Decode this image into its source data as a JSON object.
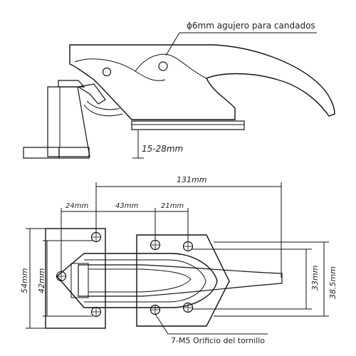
{
  "labels": {
    "hole_note": "ϕ6mm agujero para candados",
    "height_range": "15-28mm",
    "overall_length": "131mm",
    "dim_24": "24mm",
    "dim_43": "43mm",
    "dim_21": "21mm",
    "dim_54": "54mm",
    "dim_42": "42mm",
    "dim_33": "33mm",
    "dim_38_5": "38.5mm",
    "screw_note": "7-M5 Orificio del tornillo"
  },
  "colors": {
    "line": "#111111",
    "background": "#ffffff"
  }
}
